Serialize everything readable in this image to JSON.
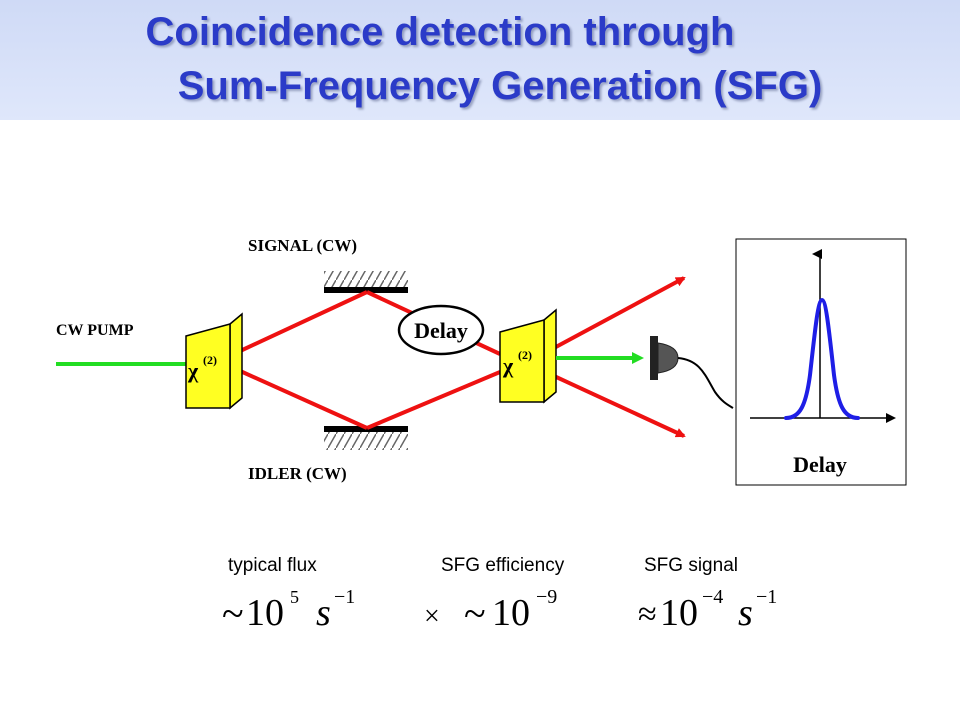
{
  "slide": {
    "title_line1": "Coincidence detection through",
    "title_line2": "Sum-Frequency Generation (SFG)"
  },
  "diagram": {
    "signal_label": "SIGNAL (CW)",
    "idler_label": "IDLER (CW)",
    "pump_label": "CW PUMP",
    "delay_label": "Delay",
    "crystal_symbol": "χ",
    "crystal_order": "(2)",
    "plot_xlabel": "Delay",
    "colors": {
      "pump": "#22dd22",
      "beam": "#ee1111",
      "crystal": "#ffff22",
      "curve": "#1e1ee6",
      "title": "#2b3bc8"
    }
  },
  "captions": {
    "flux_label": "typical flux",
    "efficiency_label": "SFG efficiency",
    "signal_label": "SFG signal",
    "flux_approx": "~",
    "flux_base": "10",
    "flux_exp": "5",
    "flux_unit": "s",
    "flux_unit_exp": "−1",
    "times": "×",
    "eff_approx": "~",
    "eff_base": "10",
    "eff_exp": "−9",
    "sig_approx": "≈",
    "sig_base": "10",
    "sig_exp": "−4",
    "sig_unit": "s",
    "sig_unit_exp": "−1"
  }
}
